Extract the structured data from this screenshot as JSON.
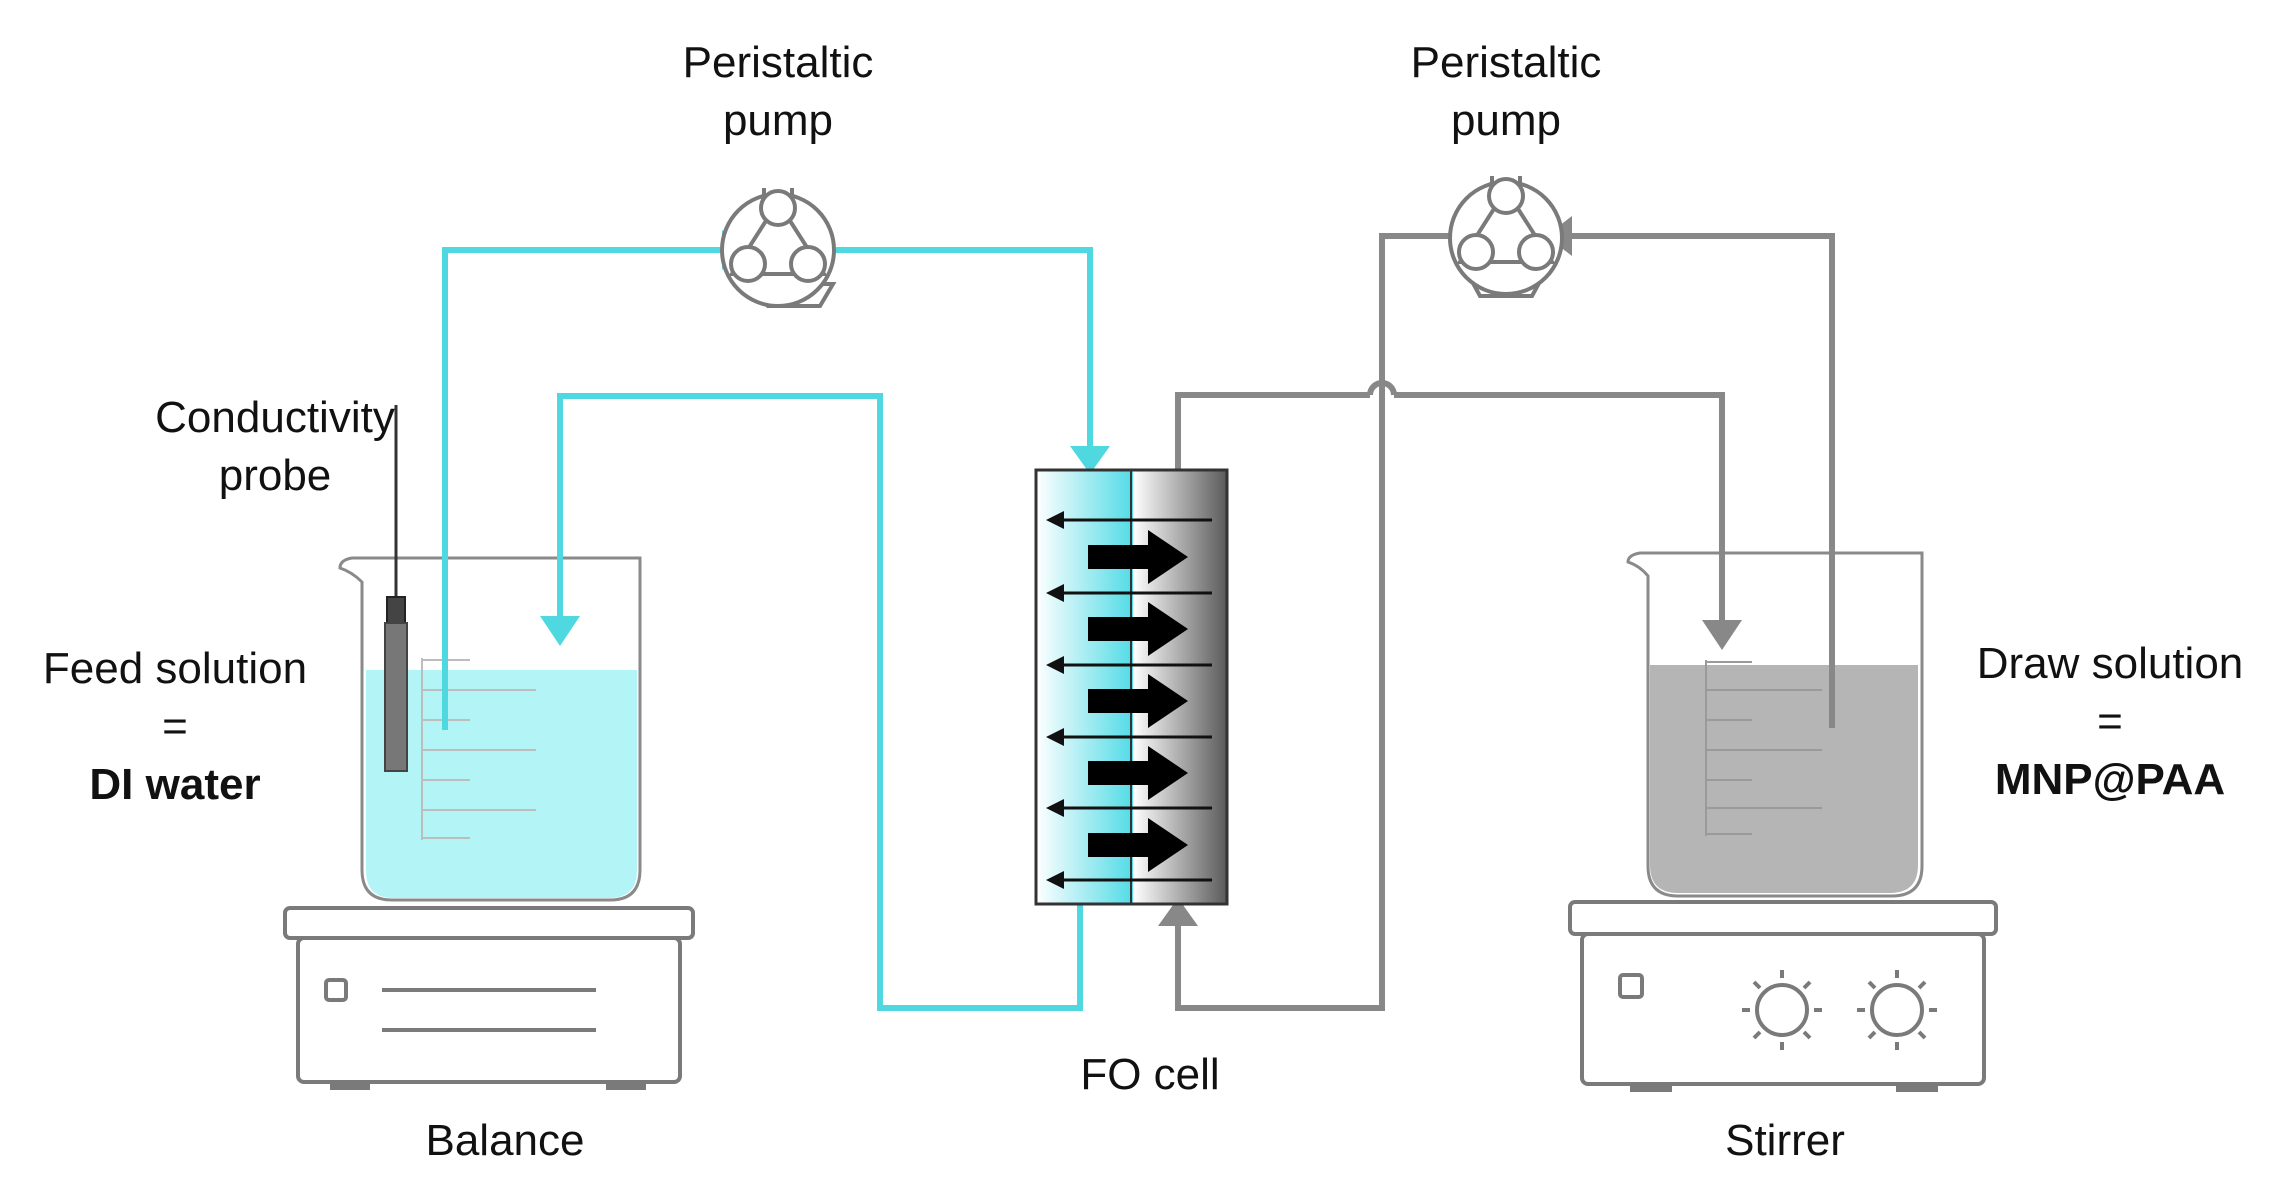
{
  "labels": {
    "left_pump_line1": "Peristaltic",
    "left_pump_line2": "pump",
    "right_pump_line1": "Peristaltic",
    "right_pump_line2": "pump",
    "probe_line1": "Conductivity",
    "probe_line2": "probe",
    "feed_line1": "Feed solution",
    "feed_eq": "=",
    "feed_line3": "DI water",
    "draw_line1": "Draw solution",
    "draw_eq": "=",
    "draw_line3": "MNP@PAA",
    "fo_cell": "FO cell",
    "balance": "Balance",
    "stirrer": "Stirrer"
  },
  "colors": {
    "feed_loop": "#4fd8e0",
    "draw_loop": "#888888",
    "feed_liquid": "#b3f4f7",
    "draw_liquid": "#b5b5b5",
    "equipment_outline": "#7a7a7a"
  }
}
